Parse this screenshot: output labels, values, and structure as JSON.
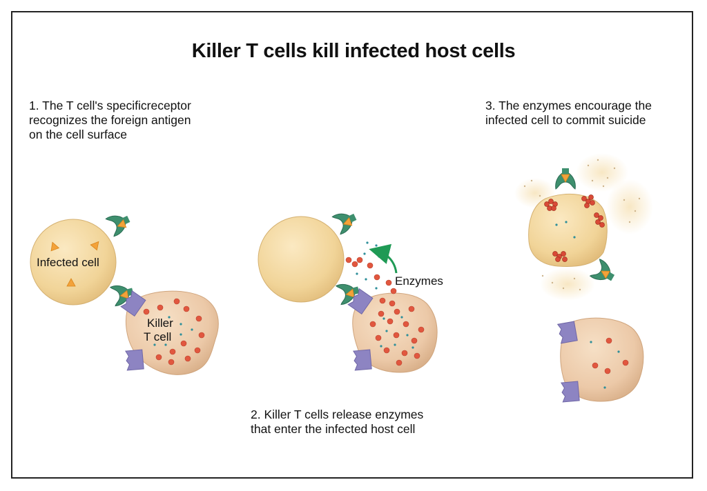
{
  "title": "Killer T cells kill infected host cells",
  "steps": [
    {
      "caption": "1. The T cell's specificreceptor\nrecognizes the foreign antigen\non the cell surface"
    },
    {
      "caption": "2. Killer T cells release enzymes\nthat enter the infected host cell"
    },
    {
      "caption": "3. The enzymes encourage the\ninfected cell to commit suicide"
    }
  ],
  "labels": {
    "infected_cell": "Infected cell",
    "killer_t_cell_line1": "Killer",
    "killer_t_cell_line2": "T cell",
    "enzymes": "Enzymes"
  },
  "colors": {
    "infected_cell": "#f3d79c",
    "killer_cell": "#efceb0",
    "receptor_purple": "#8d84c2",
    "mhc_green": "#3e8f6e",
    "antigen_orange": "#f3a23a",
    "enzyme_red": "#e1573f",
    "enzyme_teal": "#2e8f9a",
    "arrow_green": "#1f9a55"
  }
}
